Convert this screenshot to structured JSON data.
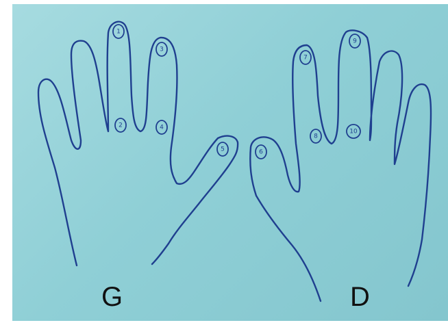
{
  "colors": {
    "paper": "#8fcfd6",
    "ink": "#1f3f8f",
    "label": "#111111"
  },
  "hands": {
    "left": {
      "label": "G"
    },
    "right": {
      "label": "D"
    }
  },
  "finger_markers": [
    {
      "id": "1",
      "label": "1",
      "hand": "left"
    },
    {
      "id": "2",
      "label": "2",
      "hand": "left"
    },
    {
      "id": "3",
      "label": "3",
      "hand": "left"
    },
    {
      "id": "4",
      "label": "4",
      "hand": "left"
    },
    {
      "id": "5",
      "label": "5",
      "hand": "left"
    },
    {
      "id": "6",
      "label": "6",
      "hand": "right"
    },
    {
      "id": "7",
      "label": "7",
      "hand": "right"
    },
    {
      "id": "8",
      "label": "8",
      "hand": "right"
    },
    {
      "id": "9",
      "label": "9",
      "hand": "right"
    },
    {
      "id": "10",
      "label": "10",
      "hand": "right"
    }
  ]
}
